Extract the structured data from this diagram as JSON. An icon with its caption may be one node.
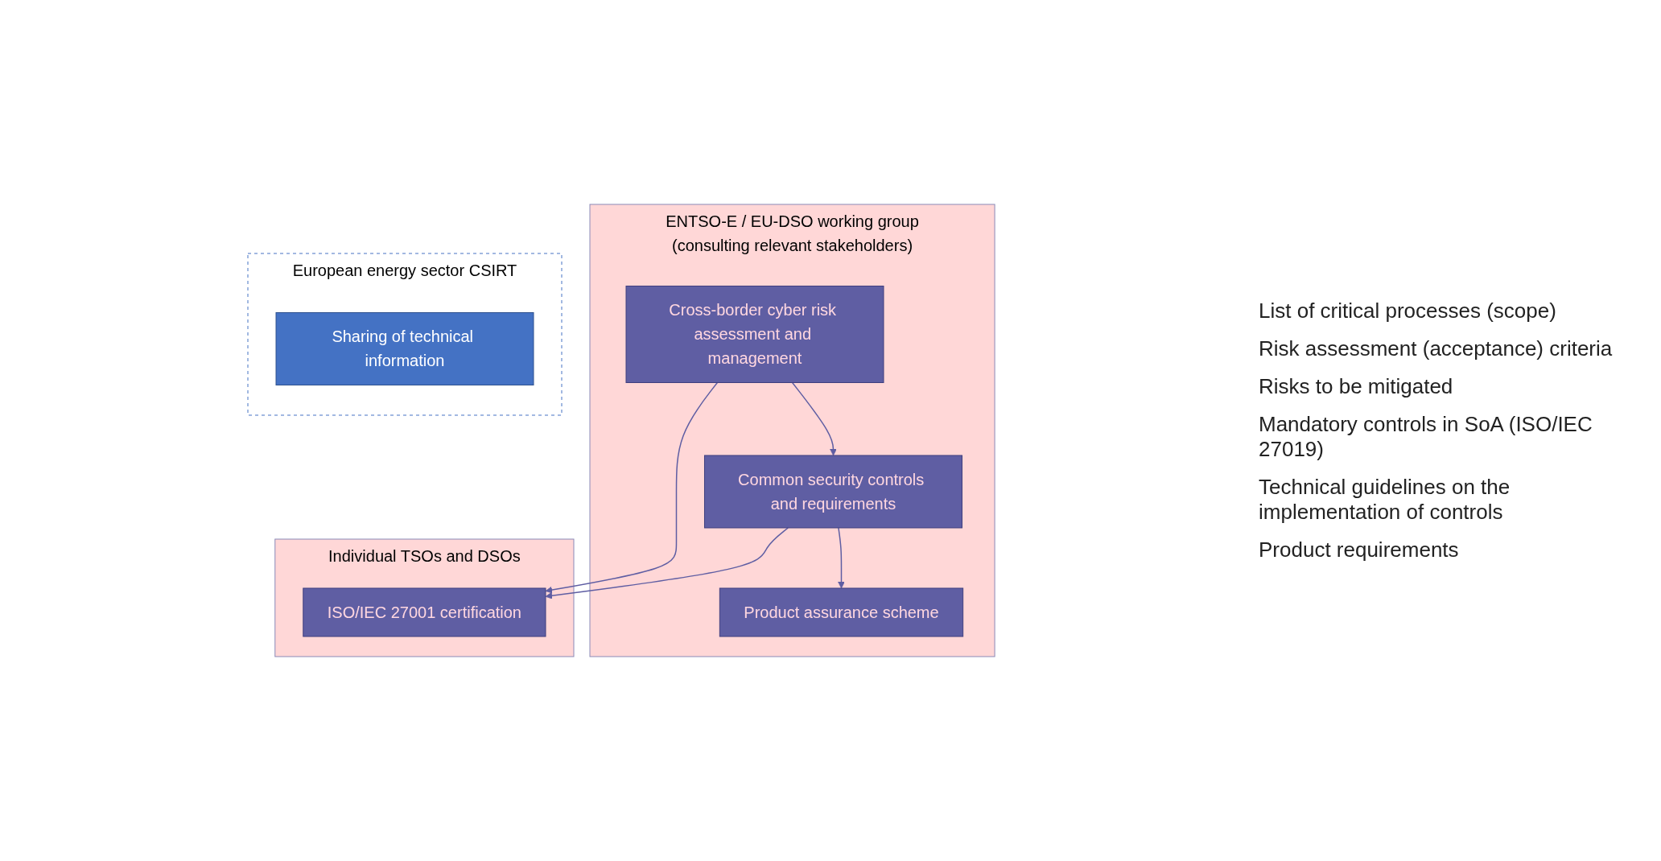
{
  "diagram": {
    "nodes": [
      {
        "text": [
          "ENTSO-E / EU-DSO working group",
          "(consulting relevant stakeholders)"
        ]
      },
      {
        "text": [
          "Individual TSOs and DSOs"
        ]
      },
      {
        "text": [
          "European energy sector CSIRT"
        ]
      },
      {
        "text": [
          "Cross-border cyber risk assessment and management"
        ],
        "in": 0
      },
      {
        "text": [
          "ISO/IEC 27001 certification"
        ],
        "in": 1
      },
      {
        "text": [
          "Common security controls and requirements"
        ],
        "in": 0
      },
      {
        "text": [
          "Product assurance scheme"
        ],
        "in": 0
      },
      {
        "text": [
          "Sharing of technical information"
        ],
        "in": 2
      }
    ],
    "edges": [
      {
        "from": 3,
        "to": 4,
        "arrow": "to"
      },
      {
        "from": 3,
        "to": 5,
        "arrow": "to"
      },
      {
        "from": 5,
        "to": 4,
        "arrow": "to"
      },
      {
        "from": 5,
        "to": 6,
        "arrow": "to"
      }
    ],
    "labels": [
      "List of critical processes (scope)",
      "Risk assessment (acceptance) criteria",
      "Risks to be mitigated",
      "Mandatory controls in SoA (ISO/IEC 27019)",
      "Technical guidelines on the implementation of controls",
      "Product requirements"
    ]
  }
}
